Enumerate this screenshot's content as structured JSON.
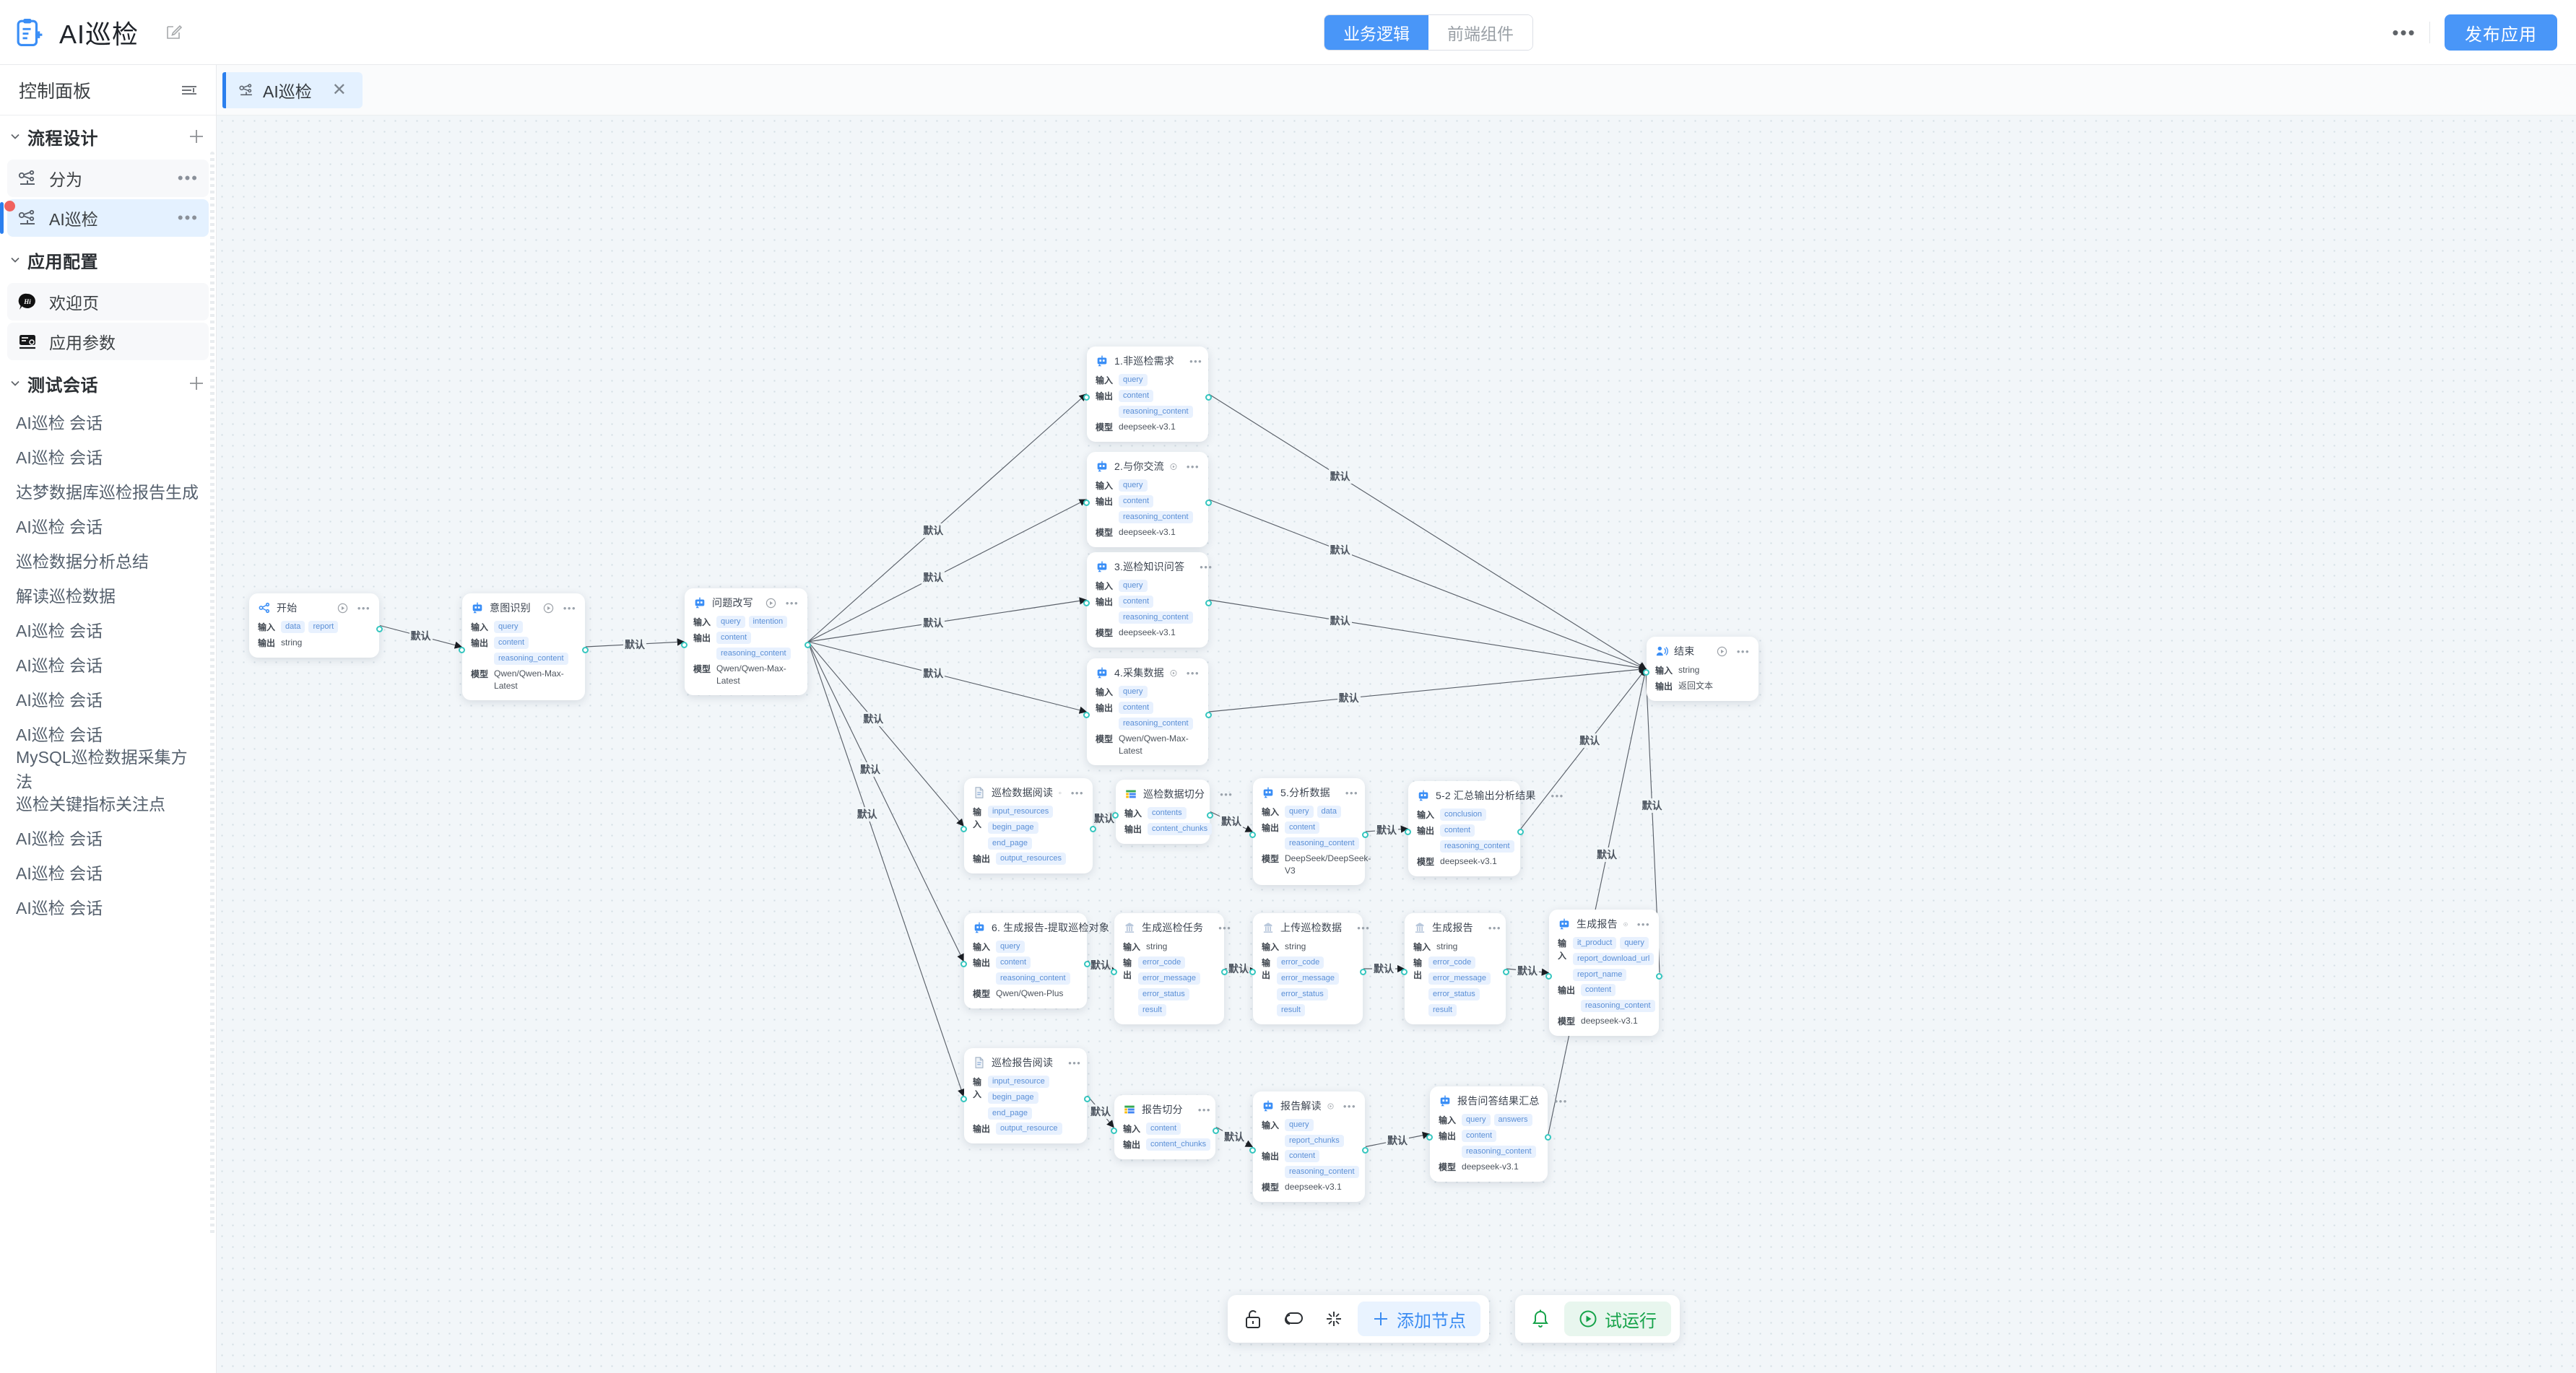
{
  "header": {
    "app_title": "AI巡检",
    "brand_icon": "clipboard-plus-icon",
    "edit_icon": "edit-pencil-icon",
    "segments": [
      {
        "label": "业务逻辑",
        "active": true
      },
      {
        "label": "前端组件",
        "active": false
      }
    ],
    "more_icon": "more-horizontal-icon",
    "publish_label": "发布应用",
    "accent_color": "#4996f8"
  },
  "sidebar": {
    "panel_title": "控制面板",
    "collapse_icon": "collapse-panel-icon",
    "sections": [
      {
        "title": "流程设计",
        "add_icon": "plus-icon",
        "items": [
          {
            "label": "分为",
            "icon": "workflow-icon",
            "active": false,
            "dots": "•••"
          },
          {
            "label": "AI巡检",
            "icon": "workflow-icon",
            "active": true,
            "dots": "•••"
          }
        ]
      },
      {
        "title": "应用配置",
        "items": [
          {
            "label": "欢迎页",
            "icon": "hi-bubble-icon",
            "active": false
          },
          {
            "label": "应用参数",
            "icon": "parameters-icon",
            "active": false
          }
        ]
      }
    ],
    "sessions_section": {
      "title": "测试会话",
      "add_icon": "plus-icon",
      "items": [
        "AI巡检 会话",
        "AI巡检 会话",
        "达梦数据库巡检报告生成",
        "AI巡检 会话",
        "巡检数据分析总结",
        "解读巡检数据",
        "AI巡检 会话",
        "AI巡检 会话",
        "AI巡检 会话",
        "AI巡检 会话",
        "MySQL巡检数据采集方法",
        "巡检关键指标关注点",
        "AI巡检 会话",
        "AI巡检 会话",
        "AI巡检 会话"
      ]
    }
  },
  "tabbar": {
    "tabs": [
      {
        "label": "AI巡检",
        "icon": "workflow-icon",
        "active": true,
        "close_icon": "close-icon"
      }
    ]
  },
  "flow": {
    "edge_default_label": "默认",
    "labels": {
      "input": "输入",
      "output": "输出",
      "model": "模型"
    },
    "nodes": [
      {
        "id": "start",
        "title": "开始",
        "icon": "start-icon",
        "input_chips": [
          "data",
          "report"
        ],
        "output_plain": "string"
      },
      {
        "id": "intent",
        "title": "意图识别",
        "icon": "llm-icon",
        "input_chips": [
          "query"
        ],
        "output_chips": [
          "content",
          "reasoning_content"
        ],
        "model": "Qwen/Qwen-Max-Latest"
      },
      {
        "id": "rewrite",
        "title": "问题改写",
        "icon": "llm-icon",
        "input_chips": [
          "query",
          "intention"
        ],
        "output_chips": [
          "content",
          "reasoning_content"
        ],
        "model": "Qwen/Qwen-Max-Latest"
      },
      {
        "id": "b1",
        "title": "1.非巡检需求",
        "icon": "llm-icon",
        "input_chips": [
          "query"
        ],
        "output_chips": [
          "content",
          "reasoning_content"
        ],
        "model": "deepseek-v3.1"
      },
      {
        "id": "b2",
        "title": "2.与你交流",
        "icon": "llm-icon",
        "input_chips": [
          "query"
        ],
        "output_chips": [
          "content",
          "reasoning_content"
        ],
        "model": "deepseek-v3.1"
      },
      {
        "id": "b3",
        "title": "3.巡检知识问答",
        "icon": "llm-icon",
        "input_chips": [
          "query"
        ],
        "output_chips": [
          "content",
          "reasoning_content"
        ],
        "model": "deepseek-v3.1"
      },
      {
        "id": "b4",
        "title": "4.采集数据",
        "icon": "llm-icon",
        "input_chips": [
          "query"
        ],
        "output_chips": [
          "content",
          "reasoning_content"
        ],
        "model": "Qwen/Qwen-Max-Latest"
      },
      {
        "id": "read1",
        "title": "巡检数据阅读",
        "icon": "doc-icon",
        "input_chips": [
          "input_resources",
          "begin_page",
          "end_page"
        ],
        "output_chips": [
          "output_resources"
        ]
      },
      {
        "id": "split1",
        "title": "巡检数据切分",
        "icon": "split-icon",
        "input_chips": [
          "contents"
        ],
        "output_chips": [
          "content_chunks"
        ]
      },
      {
        "id": "analyze",
        "title": "5.分析数据",
        "icon": "llm-icon",
        "input_chips": [
          "query",
          "data"
        ],
        "output_chips": [
          "content",
          "reasoning_content"
        ],
        "model": "DeepSeek/DeepSeek-V3"
      },
      {
        "id": "sum52",
        "title": "5-2 汇总输出分析结果",
        "icon": "llm-icon",
        "input_chips": [
          "conclusion"
        ],
        "output_chips": [
          "content",
          "reasoning_content"
        ],
        "model": "deepseek-v3.1"
      },
      {
        "id": "extract6",
        "title": "6. 生成报告-提取巡检对象",
        "icon": "llm-icon",
        "input_chips": [
          "query"
        ],
        "output_chips": [
          "content",
          "reasoning_content"
        ],
        "model": "Qwen/Qwen-Plus"
      },
      {
        "id": "task",
        "title": "生成巡检任务",
        "icon": "api-icon",
        "input_plain": "string",
        "output_chips": [
          "error_code",
          "error_message",
          "error_status",
          "result"
        ]
      },
      {
        "id": "upload",
        "title": "上传巡检数据",
        "icon": "api-icon",
        "input_plain": "string",
        "output_chips": [
          "error_code",
          "error_message",
          "error_status",
          "result"
        ]
      },
      {
        "id": "genrep",
        "title": "生成报告",
        "icon": "api-icon",
        "input_plain": "string",
        "output_chips": [
          "error_code",
          "error_message",
          "error_status",
          "result"
        ]
      },
      {
        "id": "genrep2",
        "title": "生成报告",
        "icon": "llm-icon",
        "input_chips": [
          "it_product",
          "query",
          "report_download_url",
          "report_name"
        ],
        "output_chips": [
          "content",
          "reasoning_content"
        ],
        "model": "deepseek-v3.1"
      },
      {
        "id": "read2",
        "title": "巡检报告阅读",
        "icon": "doc-icon",
        "input_chips": [
          "input_resource",
          "begin_page",
          "end_page"
        ],
        "output_chips": [
          "output_resource"
        ]
      },
      {
        "id": "split2",
        "title": "报告切分",
        "icon": "split-icon",
        "input_chips": [
          "content"
        ],
        "output_chips": [
          "content_chunks"
        ]
      },
      {
        "id": "interp",
        "title": "报告解读",
        "icon": "llm-icon",
        "input_chips": [
          "query",
          "report_chunks"
        ],
        "output_chips": [
          "content",
          "reasoning_content"
        ],
        "model": "deepseek-v3.1"
      },
      {
        "id": "qasum",
        "title": "报告问答结果汇总",
        "icon": "llm-icon",
        "input_chips": [
          "query",
          "answers"
        ],
        "output_chips": [
          "content",
          "reasoning_content"
        ],
        "model": "deepseek-v3.1"
      },
      {
        "id": "end",
        "title": "结束",
        "icon": "end-icon",
        "input_plain": "string",
        "output_plain": "返回文本"
      }
    ]
  },
  "bottom_toolbar": {
    "tools": [
      {
        "name": "lock-icon"
      },
      {
        "name": "link-icon"
      },
      {
        "name": "sparkle-icon"
      }
    ],
    "add_node_label": "添加节点",
    "add_node_icon": "plus-icon",
    "bell_icon": "bell-icon",
    "run_label": "试运行",
    "run_icon": "play-circle-icon"
  }
}
